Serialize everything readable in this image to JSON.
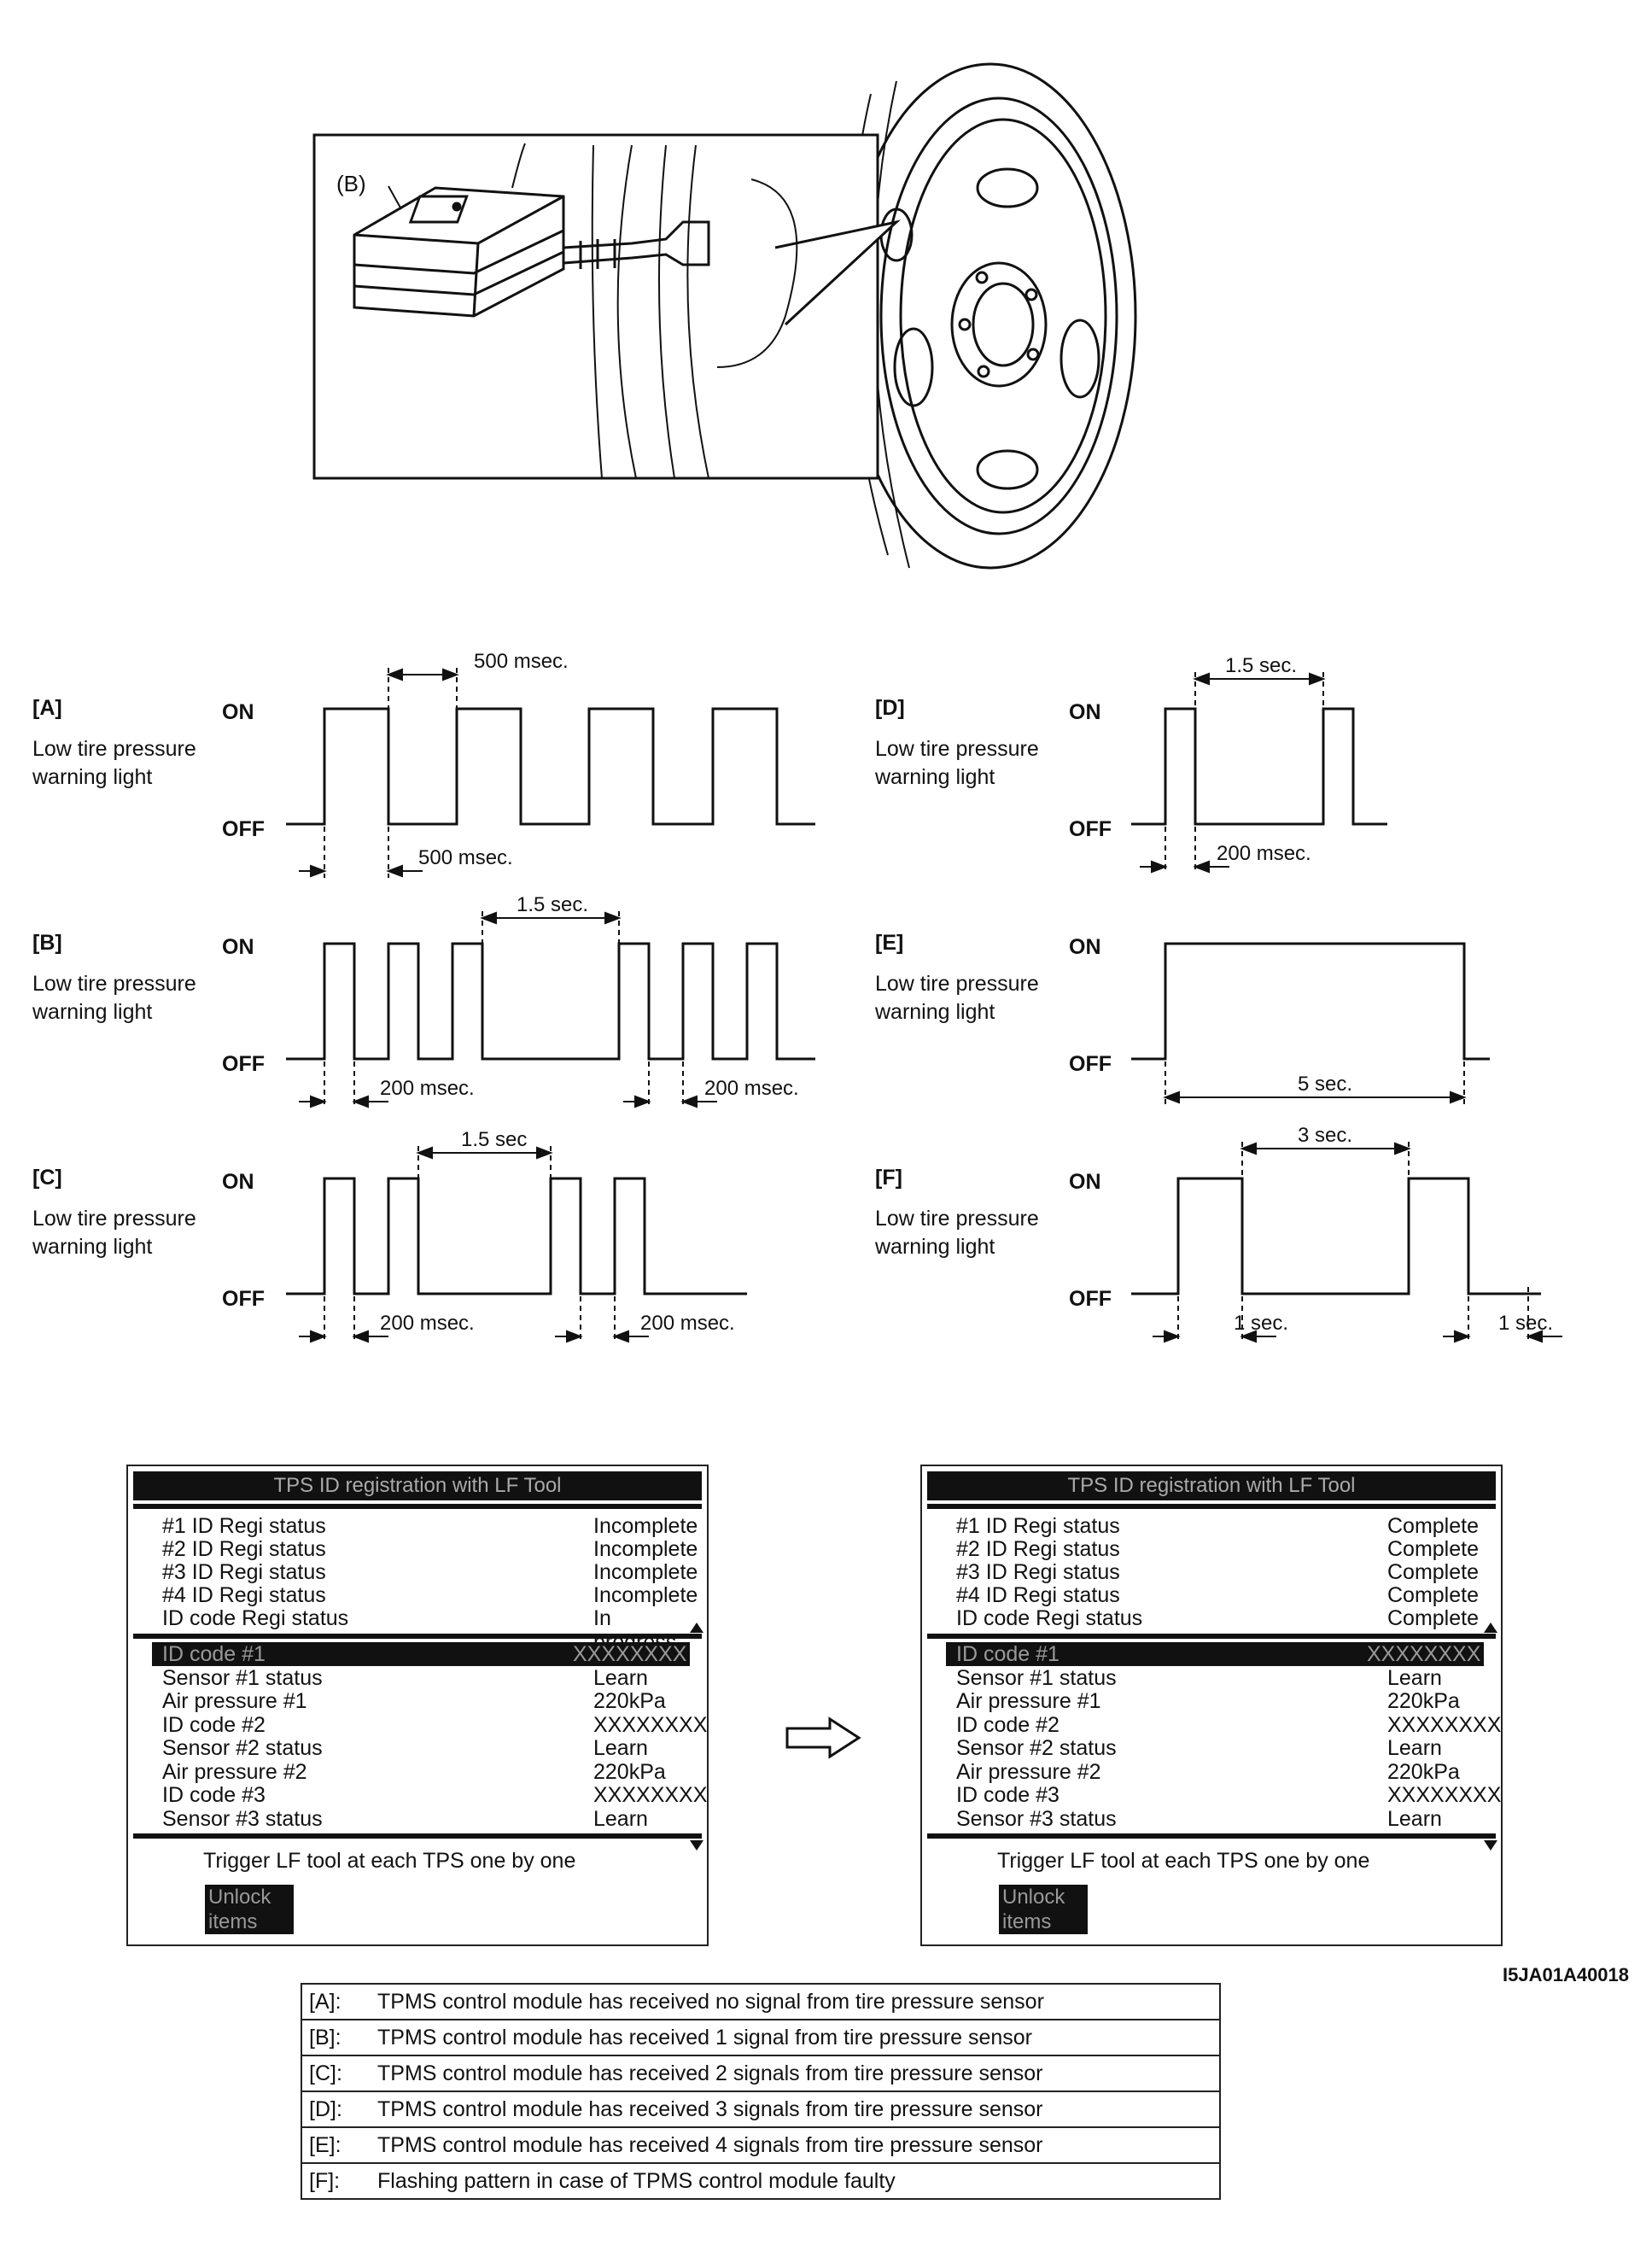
{
  "illustration": {
    "callout_label": "(B)"
  },
  "panels": [
    {
      "id": "A",
      "label": "[A]",
      "desc1": "Low tire pressure",
      "desc2": "warning light",
      "on": "ON",
      "off": "OFF",
      "dims": [
        "500 msec.",
        "500 msec."
      ]
    },
    {
      "id": "B",
      "label": "[B]",
      "desc1": "Low tire pressure",
      "desc2": "warning light",
      "on": "ON",
      "off": "OFF",
      "dims": [
        "1.5 sec.",
        "200 msec.",
        "200 msec."
      ]
    },
    {
      "id": "C",
      "label": "[C]",
      "desc1": "Low tire pressure",
      "desc2": "warning light",
      "on": "ON",
      "off": "OFF",
      "dims": [
        "1.5 sec",
        "200 msec.",
        "200 msec."
      ]
    },
    {
      "id": "D",
      "label": "[D]",
      "desc1": "Low tire pressure",
      "desc2": "warning light",
      "on": "ON",
      "off": "OFF",
      "dims": [
        "1.5 sec.",
        "200 msec."
      ]
    },
    {
      "id": "E",
      "label": "[E]",
      "desc1": "Low tire pressure",
      "desc2": "warning light",
      "on": "ON",
      "off": "OFF",
      "dims": [
        "5 sec."
      ]
    },
    {
      "id": "F",
      "label": "[F]",
      "desc1": "Low tire pressure",
      "desc2": "warning light",
      "on": "ON",
      "off": "OFF",
      "dims": [
        "3 sec.",
        "1 sec.",
        "1 sec."
      ]
    }
  ],
  "screens": [
    {
      "title": "TPS ID registration with LF Tool",
      "status_rows": [
        {
          "label": "#1 ID Regi status",
          "value": "Incomplete"
        },
        {
          "label": "#2 ID Regi status",
          "value": "Incomplete"
        },
        {
          "label": "#3 ID Regi status",
          "value": "Incomplete"
        },
        {
          "label": "#4 ID Regi status",
          "value": "Incomplete"
        },
        {
          "label": "ID code Regi status",
          "value": "In progress"
        }
      ],
      "data_rows": [
        {
          "label": "ID code #1",
          "value": "XXXXXXXX"
        },
        {
          "label": "Sensor #1 status",
          "value": "Learn"
        },
        {
          "label": "Air pressure #1",
          "value": "220kPa"
        },
        {
          "label": "ID code #2",
          "value": "XXXXXXXX"
        },
        {
          "label": "Sensor #2 status",
          "value": "Learn"
        },
        {
          "label": "Air pressure #2",
          "value": "220kPa"
        },
        {
          "label": "ID code #3",
          "value": "XXXXXXXX"
        },
        {
          "label": "Sensor #3 status",
          "value": "Learn"
        }
      ],
      "instruction": "Trigger LF tool at each TPS one by one",
      "unlock_line1": "Unlock",
      "unlock_line2": "items"
    },
    {
      "title": "TPS ID registration with LF Tool",
      "status_rows": [
        {
          "label": "#1 ID Regi status",
          "value": "Complete"
        },
        {
          "label": "#2 ID Regi status",
          "value": "Complete"
        },
        {
          "label": "#3 ID Regi status",
          "value": "Complete"
        },
        {
          "label": "#4 ID Regi status",
          "value": "Complete"
        },
        {
          "label": "ID code Regi status",
          "value": "Complete"
        }
      ],
      "data_rows": [
        {
          "label": "ID code #1",
          "value": "XXXXXXXX"
        },
        {
          "label": "Sensor #1 status",
          "value": "Learn"
        },
        {
          "label": "Air pressure #1",
          "value": "220kPa"
        },
        {
          "label": "ID code #2",
          "value": "XXXXXXXX"
        },
        {
          "label": "Sensor #2 status",
          "value": "Learn"
        },
        {
          "label": "Air pressure #2",
          "value": "220kPa"
        },
        {
          "label": "ID code #3",
          "value": "XXXXXXXX"
        },
        {
          "label": "Sensor #3 status",
          "value": "Learn"
        }
      ],
      "instruction": "Trigger LF tool at each TPS one by one",
      "unlock_line1": "Unlock",
      "unlock_line2": "items"
    }
  ],
  "figure_code": "I5JA01A40018",
  "legend": [
    {
      "key": "[A]:",
      "text": "TPMS control module has received no signal from tire pressure sensor"
    },
    {
      "key": "[B]:",
      "text": "TPMS control module has received 1 signal from tire pressure sensor"
    },
    {
      "key": "[C]:",
      "text": "TPMS control module has received 2 signals from tire pressure sensor"
    },
    {
      "key": "[D]:",
      "text": "TPMS control module has received 3 signals from tire pressure sensor"
    },
    {
      "key": "[E]:",
      "text": "TPMS control module has received 4 signals from tire pressure sensor"
    },
    {
      "key": "[F]:",
      "text": "Flashing pattern in case of TPMS control module faulty"
    }
  ]
}
